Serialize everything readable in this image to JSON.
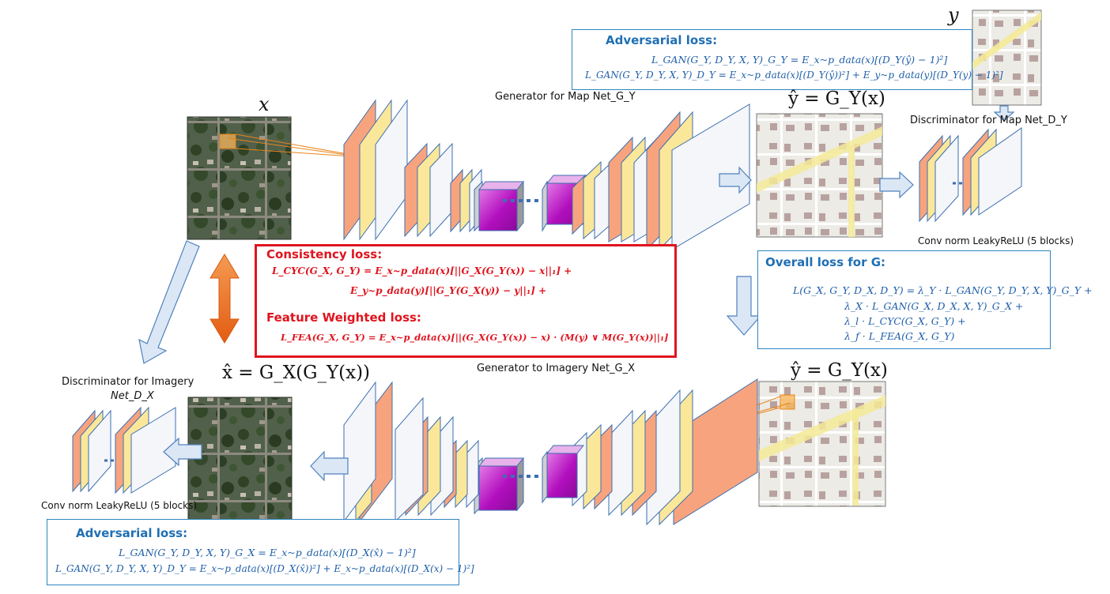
{
  "labels": {
    "x_top": "x",
    "y_top": "y",
    "y_hat_top": "ŷ = G_Y(x)",
    "y_hat_bottom": "ŷ = G_Y(x)",
    "x_hat": "x̂ = G_X(G_Y(x))",
    "gen_map": "Generator for Map Net_G_Y",
    "gen_img": "Generator to Imagery Net_G_X",
    "disc_map": "Discriminator for Map Net_D_Y",
    "disc_img_l1": "Discriminator for Imagery",
    "disc_img_l2": "Net_D_X",
    "conv_right": "Conv norm LeakyReLU (5 blocks)",
    "conv_left": "Conv norm LeakyReLU (5 blocks)"
  },
  "adv_top": {
    "title": "Adversarial loss:",
    "eq1": "L_GAN(G_Y, D_Y, X, Y)_G_Y = E_x~p_data(x)[(D_Y(ŷ) − 1)²]",
    "eq2": "L_GAN(G_Y, D_Y, X, Y)_D_Y = E_x~p_data(x)[(D_Y(ŷ))²] + E_y~p_data(y)[(D_Y(y) − 1)²]"
  },
  "adv_bottom": {
    "title": "Adversarial loss:",
    "eq1": "L_GAN(G_Y, D_Y, X, Y)_G_X = E_x~p_data(x)[(D_X(x̂) − 1)²]",
    "eq2": "L_GAN(G_Y, D_Y, X, Y)_D_Y = E_x~p_data(x)[(D_X(x̂))²] + E_x~p_data(x)[(D_X(x) − 1)²]"
  },
  "consistency": {
    "title": "Consistency loss:",
    "eq1": "L_CYC(G_X, G_Y) = E_x~p_data(x)[||G_X(G_Y(x)) − x||₁] +",
    "eq2": "E_y~p_data(y)[||G_Y(G_X(y)) − y||₁] +",
    "title2": "Feature Weighted loss:",
    "eq3": "L_FEA(G_X, G_Y) = E_x~p_data(x)[||(G_X(G_Y(x)) − x) · (M(y) ∨ M(G_Y(x))||₁]"
  },
  "overall": {
    "title": "Overall loss for G:",
    "eq1": "L(G_X, G_Y, D_X, D_Y) = λ_Y · L_GAN(G_Y, D_Y, X, Y)_G_Y +",
    "eq2": "λ_X · L_GAN(G_X, D_X, X, Y)_G_X +",
    "eq3": "λ_l · L_CYC(G_X, G_Y) +",
    "eq4": "λ_f · L_FEA(G_X, G_Y)"
  },
  "colors": {
    "salmon": "#f7a47e",
    "yellow": "#fbe79a",
    "white_layer": "#f4f6fa",
    "purple": "#b812c4",
    "blue_text": "#1f6fb4",
    "red": "#e0141e",
    "arrow_fill": "#dbe7f5",
    "arrow_stroke": "#4f81bd",
    "orange_arrow": "#ef6c1f"
  }
}
